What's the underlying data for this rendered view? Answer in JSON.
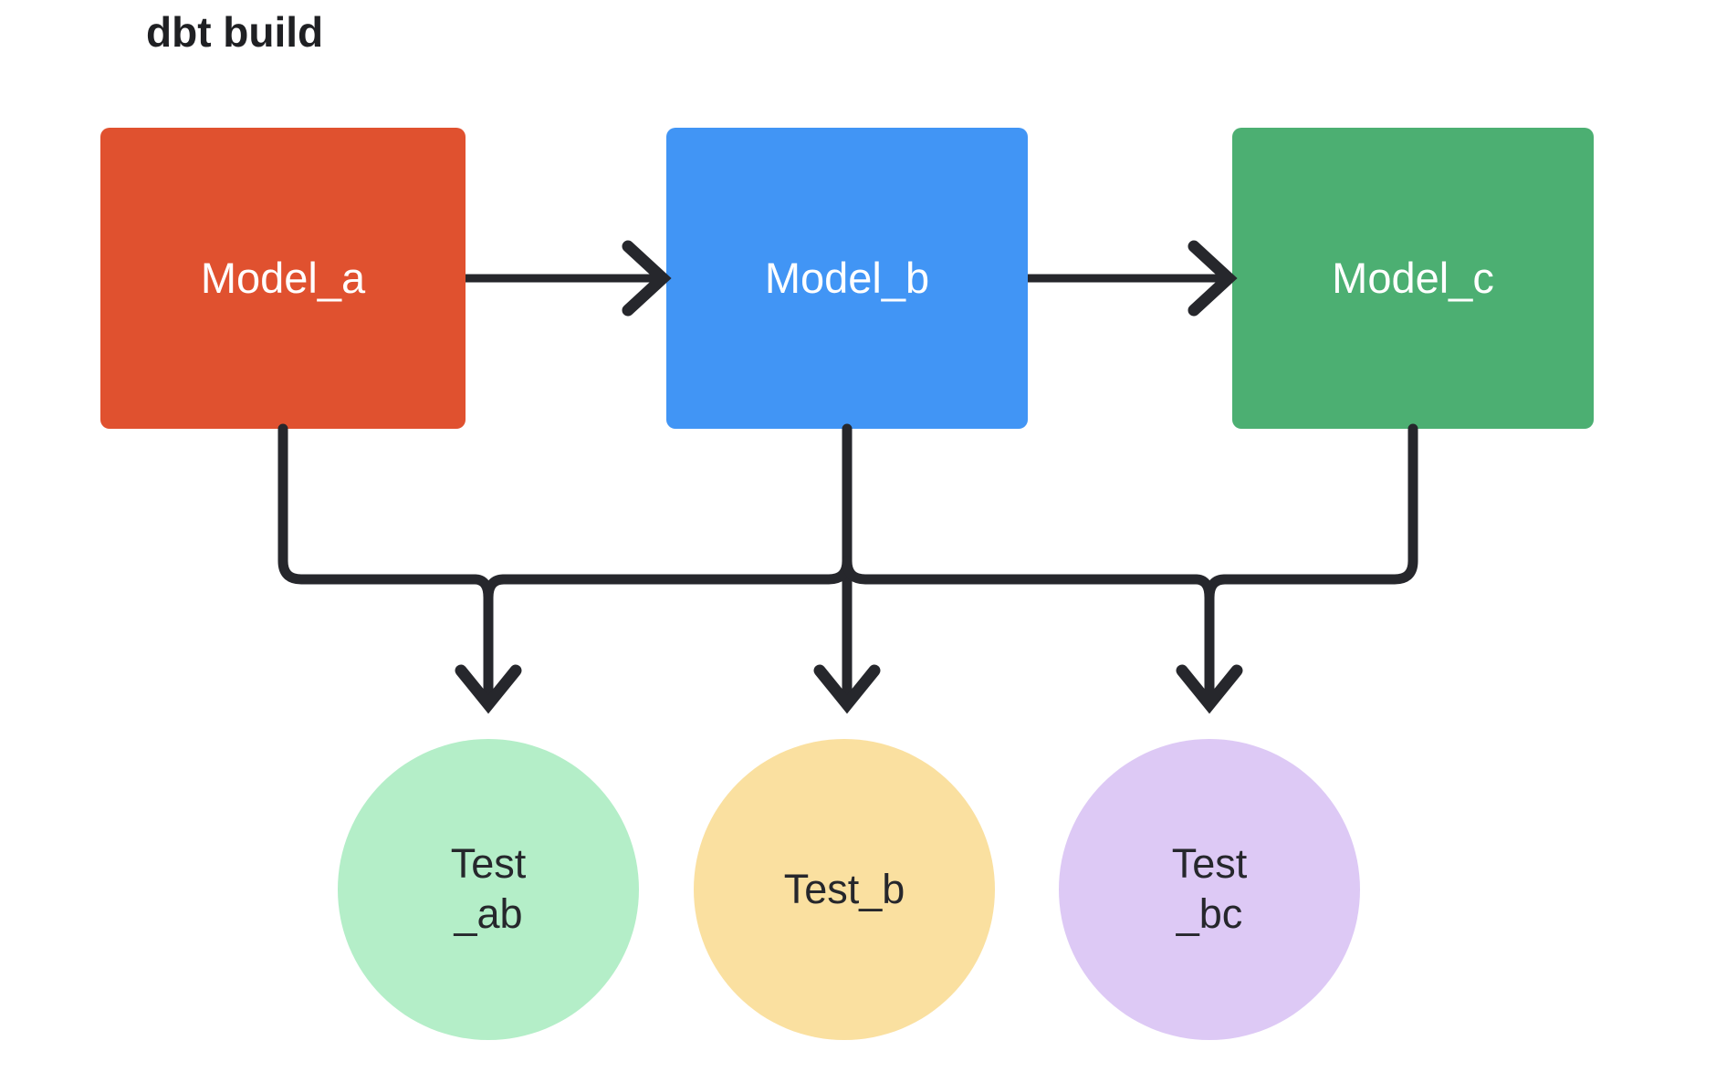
{
  "diagram": {
    "title": "dbt build",
    "background": "#ffffff",
    "edge_color": "#26272c",
    "nodes": {
      "models": [
        {
          "id": "model_a",
          "label": "Model_a",
          "shape": "rect",
          "fill": "#e0512f",
          "text_color": "#ffffff"
        },
        {
          "id": "model_b",
          "label": "Model_b",
          "shape": "rect",
          "fill": "#4195f5",
          "text_color": "#ffffff"
        },
        {
          "id": "model_c",
          "label": "Model_c",
          "shape": "rect",
          "fill": "#4caf72",
          "text_color": "#ffffff"
        }
      ],
      "tests": [
        {
          "id": "test_ab",
          "label": "Test\n_ab",
          "shape": "circle",
          "fill": "#b4eec8",
          "text_color": "#26272c"
        },
        {
          "id": "test_b",
          "label": "Test_b",
          "shape": "circle",
          "fill": "#fae0a0",
          "text_color": "#26272c"
        },
        {
          "id": "test_bc",
          "label": "Test\n_bc",
          "shape": "circle",
          "fill": "#ddc9f5",
          "text_color": "#26272c"
        }
      ]
    },
    "edges": [
      {
        "from": "model_a",
        "to": "model_b",
        "type": "arrow-right"
      },
      {
        "from": "model_b",
        "to": "model_c",
        "type": "arrow-right"
      },
      {
        "from": "model_a",
        "to": "test_ab",
        "type": "arrow-down-routed"
      },
      {
        "from": "model_b",
        "to": "test_ab",
        "type": "arrow-down-routed"
      },
      {
        "from": "model_b",
        "to": "test_b",
        "type": "arrow-down-routed"
      },
      {
        "from": "model_b",
        "to": "test_bc",
        "type": "arrow-down-routed"
      },
      {
        "from": "model_c",
        "to": "test_bc",
        "type": "arrow-down-routed"
      }
    ]
  }
}
